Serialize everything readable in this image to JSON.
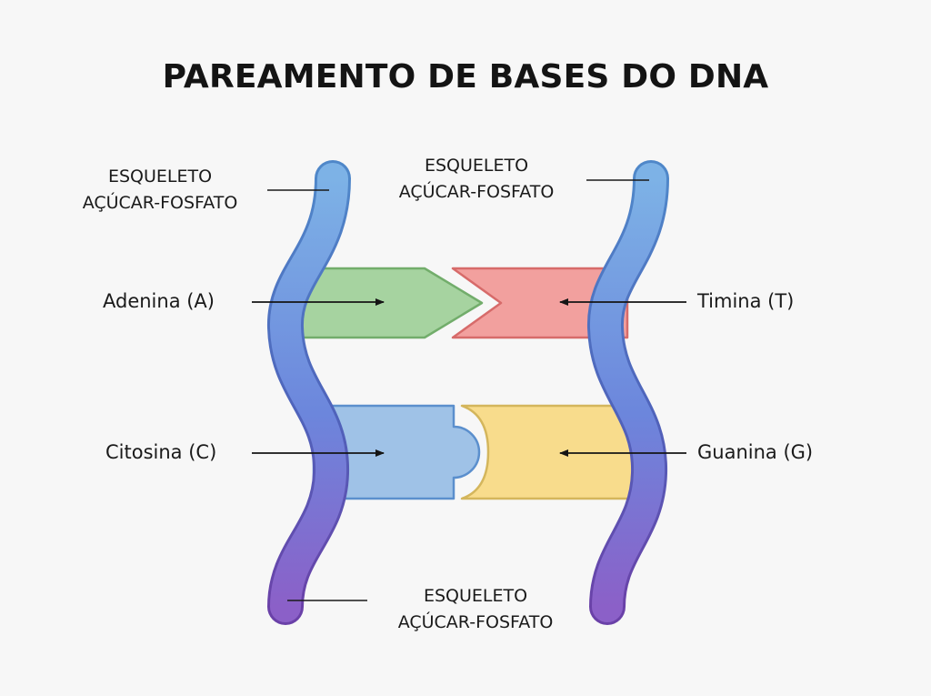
{
  "title": "PAREAMENTO DE BASES DO DNA",
  "backbone_labels": [
    {
      "line1": "ESQUELETO",
      "line2": "AÇÚCAR-FOSFATO"
    },
    {
      "line1": "ESQUELETO",
      "line2": "AÇÚCAR-FOSFATO"
    },
    {
      "line1": "ESQUELETO",
      "line2": "AÇÚCAR-FOSFATO"
    }
  ],
  "bases": {
    "adenine": {
      "label": "Adenina (A)",
      "color": "#a6d3a0"
    },
    "thymine": {
      "label": "Timina (T)",
      "color": "#f2a09e"
    },
    "cytosine": {
      "label": "Citosina (C)",
      "color": "#9fc2e7"
    },
    "guanine": {
      "label": "Guanina (G)",
      "color": "#f8dc8c"
    }
  },
  "colors": {
    "backbone_top": "#76a9e3",
    "backbone_bottom": "#8a62c9",
    "background": "#f7f7f7"
  }
}
